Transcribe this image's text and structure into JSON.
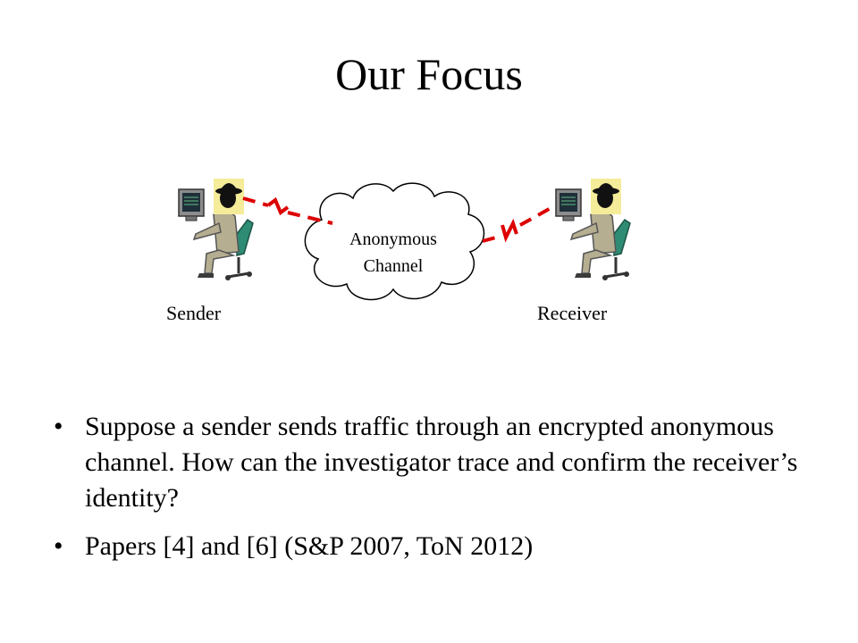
{
  "slide": {
    "title": "Our Focus"
  },
  "diagram": {
    "sender_label": "Sender",
    "receiver_label": "Receiver",
    "cloud_line1": "Anonymous",
    "cloud_line2": "Channel",
    "colors": {
      "flow": "#dd0000",
      "suit": "#b5ae91",
      "chair": "#2e8b74",
      "hat_bg": "#f5ec9a",
      "monitor": "#8c8c8c"
    },
    "icons": [
      "sender-person-icon",
      "receiver-person-icon",
      "spy-hat-icon",
      "cloud-icon",
      "dashed-arrow-icon"
    ]
  },
  "bullets": [
    "Suppose a sender sends traffic through an encrypted anonymous channel. How can the investigator trace and confirm the receiver’s identity?",
    "Papers [4] and [6] (S&P 2007, ToN 2012)"
  ]
}
